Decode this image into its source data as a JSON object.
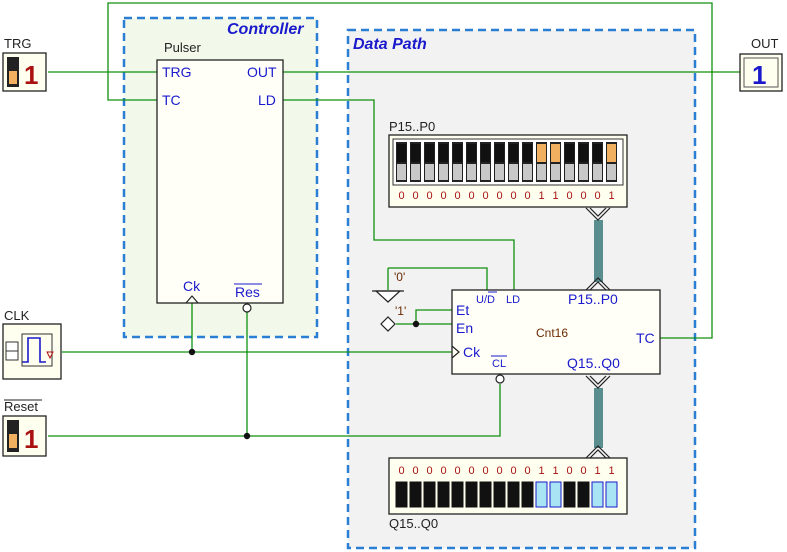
{
  "regions": {
    "controller": "Controller",
    "datapath": "Data Path"
  },
  "inputs": {
    "trg": {
      "label": "TRG",
      "value": "1"
    },
    "clk": {
      "label": "CLK"
    },
    "reset": {
      "label": "Reset",
      "value": "1"
    }
  },
  "outputs": {
    "out": {
      "label": "OUT",
      "value": "1"
    }
  },
  "pulser": {
    "title": "Pulser",
    "pins": {
      "trg": "TRG",
      "tc": "TC",
      "out": "OUT",
      "ld": "LD",
      "ck": "Ck",
      "res": "Res"
    }
  },
  "counter": {
    "name": "Cnt16",
    "pins": {
      "et": "Et",
      "en": "En",
      "ud": "U/D",
      "ld": "LD",
      "p": "P15..P0",
      "tc": "TC",
      "ck": "Ck",
      "cl": "CL",
      "q": "Q15..Q0"
    },
    "const_zero": "'0'",
    "const_one": "'1'"
  },
  "p_switches": {
    "label": "P15..P0",
    "bits": [
      "0",
      "0",
      "0",
      "0",
      "0",
      "0",
      "0",
      "0",
      "0",
      "0",
      "1",
      "1",
      "0",
      "0",
      "0",
      "1"
    ],
    "colors": {
      "off": "#111111",
      "on": "#f0b060",
      "track": "#ffffff"
    }
  },
  "q_display": {
    "label": "Q15..Q0",
    "bits": [
      "0",
      "0",
      "0",
      "0",
      "0",
      "0",
      "0",
      "0",
      "0",
      "0",
      "1",
      "1",
      "0",
      "0",
      "1",
      "1"
    ],
    "colors": {
      "off": "#111111",
      "on": "#a8e4f4"
    }
  },
  "colors": {
    "wire": "#109010",
    "dashed_border": "#2a7fd4",
    "controller_bg": "#f2f9ea",
    "datapath_bg": "#f2f2f2",
    "bus": "#5a8e8e",
    "chip_bg": "#fffff8",
    "bit_red": "#aa1111",
    "bit_blue": "#1a1acc"
  }
}
